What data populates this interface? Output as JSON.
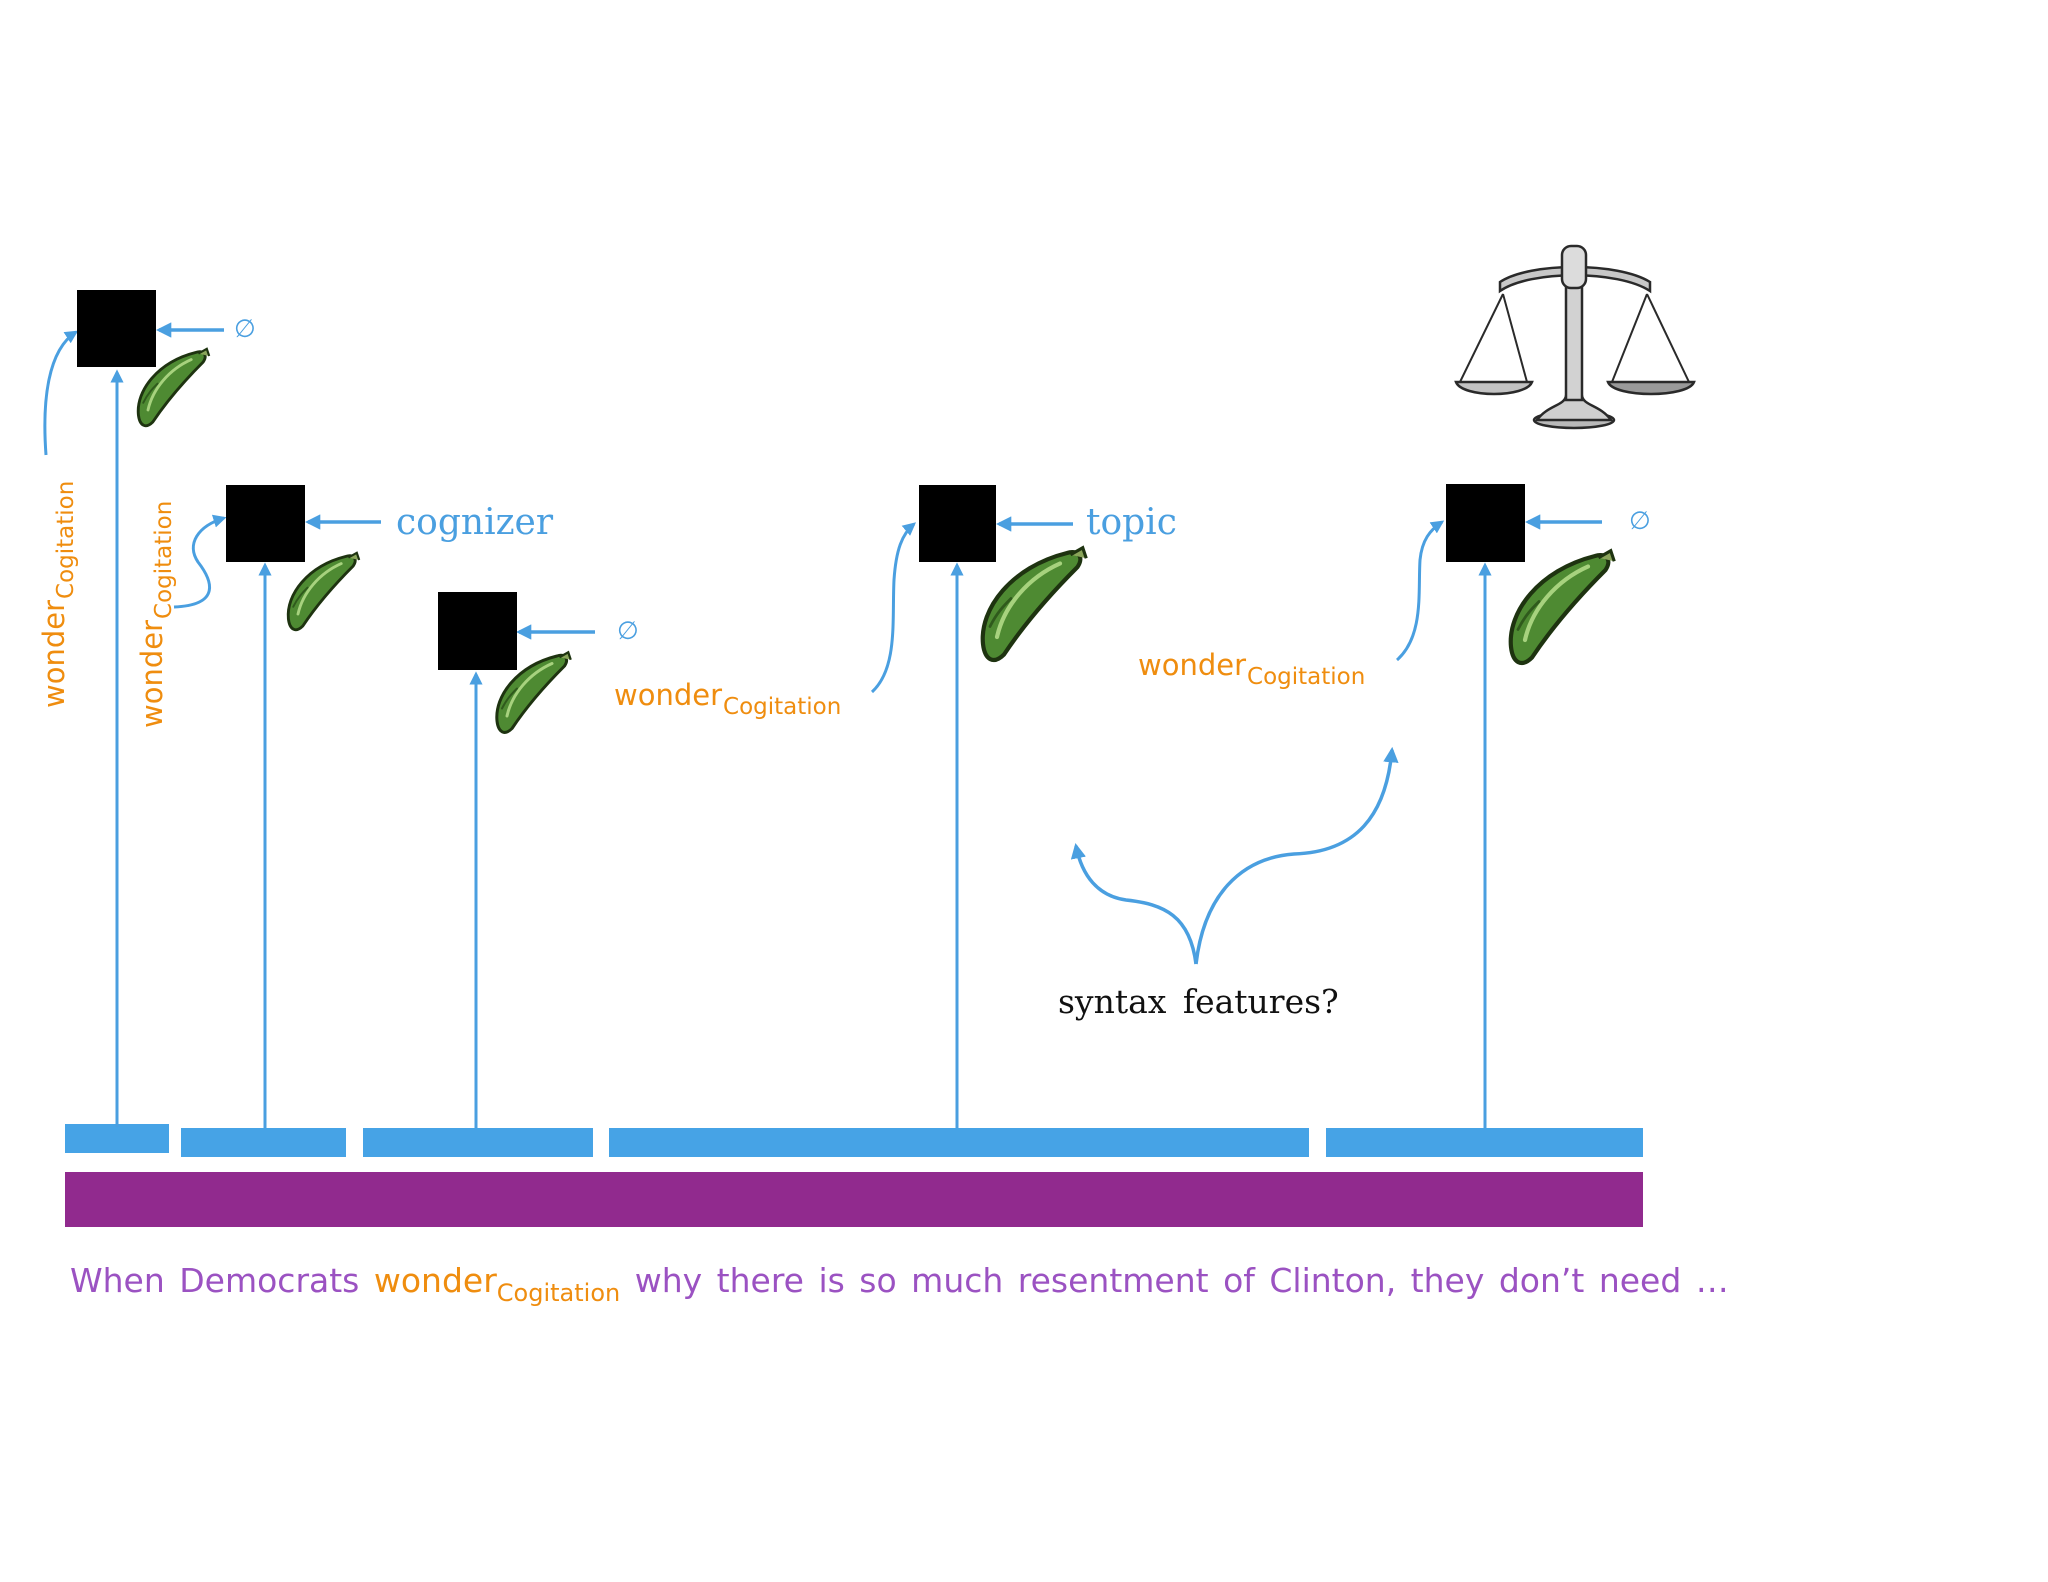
{
  "colors": {
    "arrow": "#4a9fe0",
    "box": "#000000",
    "bar": "#46a3e6",
    "sentence_bar": "#912a8e",
    "frame": "#ef8d0f",
    "sentence": "#9b52c2",
    "pickle_fill": "#4e8a32",
    "pickle_outline": "#1e3310"
  },
  "icons": [
    "cucumber-icon",
    "balance-scale-icon"
  ],
  "labels": {
    "cognizer": "cognizer",
    "topic": "topic",
    "null_symbol": "∅",
    "syntax_features": "syntax features?"
  },
  "frame": {
    "word": "wonder",
    "sub": "Cogitation"
  },
  "sentence": {
    "before": "When Democrats",
    "target_word": "wonder",
    "target_sub": "Cogitation",
    "after": "why there is so much resentment of Clinton, they don’t need …"
  }
}
